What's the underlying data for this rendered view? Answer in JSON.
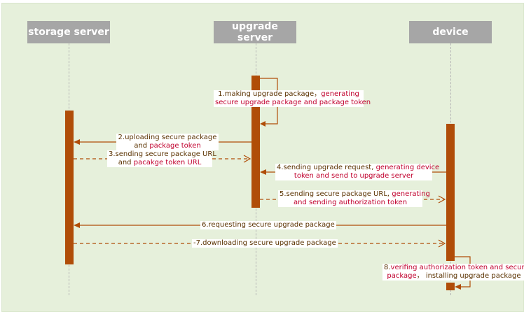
{
  "participants": {
    "storage": "storage server",
    "upgrade_line1": "upgrade",
    "upgrade_line2": "server",
    "device": "device"
  },
  "messages": {
    "m1_a": "1.making upgrade package，",
    "m1_b": "generating",
    "m1_c": "secure upgrade package and package token",
    "m2_a": "2.uploading secure package",
    "m2_b": "and",
    "m2_c": "package token",
    "m3_a": "3.sending secure package URL",
    "m3_b": "and",
    "m3_c": "pacakge token URL",
    "m4_a": "4.sending upgrade request,",
    "m4_b": "generating device",
    "m4_c": "token and send to upgrade server",
    "m5_a": "5.sending secure package URL,",
    "m5_b": "generating",
    "m5_c": "and sending authorization token",
    "m6": "6.requesting secure upgrade package",
    "m7": "-7.downloading secure upgrade package",
    "m8_a": "8.",
    "m8_b": "verifing authorization token and secure",
    "m8_c": "package",
    "m8_d": "，  installing upgrade package"
  },
  "colors": {
    "background": "#e6f0db",
    "actor_box": "#a6a6a6",
    "activation": "#b04d08",
    "arrow": "#b04d08",
    "highlight_text": "#c0002d",
    "normal_text": "#5a3200"
  }
}
